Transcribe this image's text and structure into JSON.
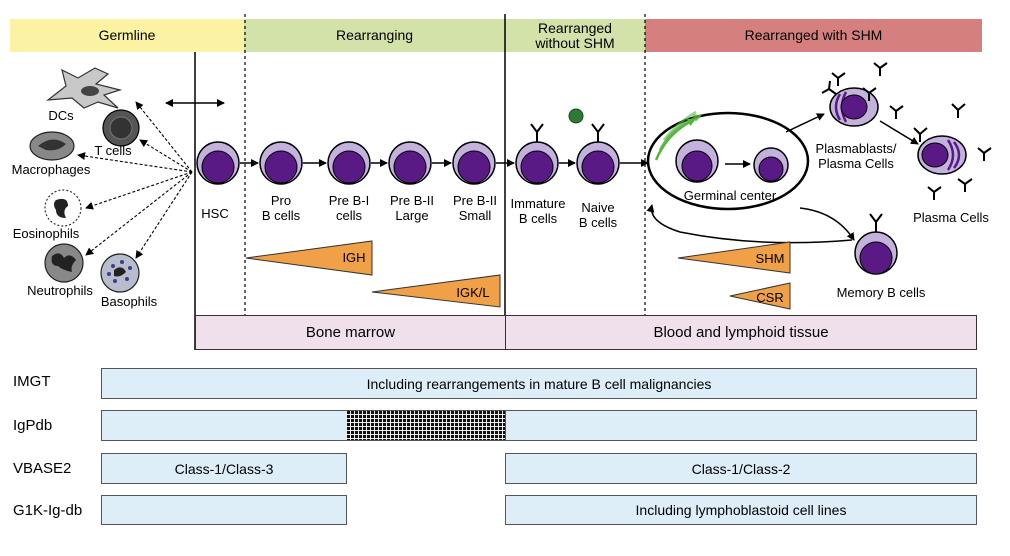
{
  "stages": {
    "germline": "Germline",
    "rearranging": "Rearranging",
    "rearranged_without_shm_line1": "Rearranged",
    "rearranged_without_shm_line2": "without SHM",
    "rearranged_with_shm": "Rearranged with SHM"
  },
  "colors": {
    "germline": "#fbf3a3",
    "rearranging": "#d2e2a8",
    "rearranged_without_shm": "#d2e2a8",
    "rearranged_with_shm": "#d5807f",
    "cell_outer": "#c3b3dc",
    "cell_nucleus": "#5a1a86",
    "gene_triangle": "#f0a046",
    "db_bar": "#ddeef8",
    "tissue_bar": "#f0e0ec",
    "gc_arrow": "#55b540"
  },
  "cells": {
    "dcs": "DCs",
    "t_cells": "T cells",
    "macrophages": "Macrophages",
    "eosinophils": "Eosinophils",
    "neutrophils": "Neutrophils",
    "basophils": "Basophils",
    "hsc": "HSC",
    "pro_b_line1": "Pro",
    "pro_b_line2": "B cells",
    "pre_bi_line1": "Pre B-I",
    "pre_bi_line2": "cells",
    "pre_bii_large_line1": "Pre B-II",
    "pre_bii_large_line2": "Large",
    "pre_bii_small_line1": "Pre B-II",
    "pre_bii_small_line2": "Small",
    "immature_line1": "Immature",
    "immature_line2": "B cells",
    "naive_line1": "Naive",
    "naive_line2": "B cells",
    "germinal_center": "Germinal center",
    "plasmablasts_line1": "Plasmablasts/",
    "plasmablasts_line2": "Plasma Cells",
    "plasma_cells": "Plasma Cells",
    "memory_b": "Memory B cells"
  },
  "genes": {
    "igh": "IGH",
    "igk_l": "IGK/L",
    "shm": "SHM",
    "csr": "CSR"
  },
  "tissues": {
    "bone_marrow": "Bone marrow",
    "blood_lymphoid": "Blood and lymphoid tissue"
  },
  "databases": {
    "imgt": {
      "name": "IMGT",
      "bar": "Including rearrangements in mature B cell malignancies"
    },
    "igpdb": {
      "name": "IgPdb"
    },
    "vbase2": {
      "name": "VBASE2",
      "bar_left": "Class-1/Class-3",
      "bar_right": "Class-1/Class-2"
    },
    "g1k": {
      "name": "G1K-Ig-db",
      "bar_right": "Including lymphoblastoid cell lines"
    }
  }
}
